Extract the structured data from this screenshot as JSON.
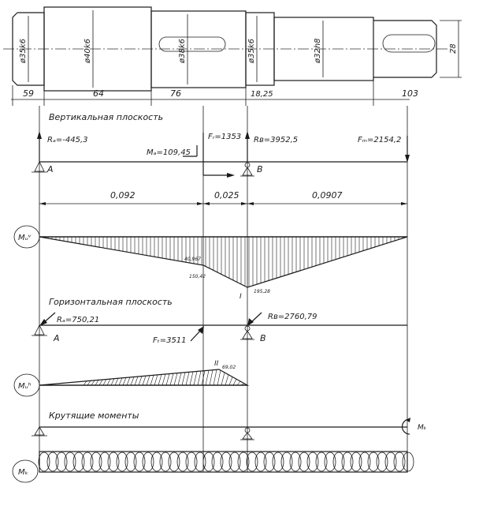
{
  "shaft": {
    "diameters": [
      "ø35k6",
      "ø40k6",
      "ø38k6",
      "ø35k6",
      "ø32h8",
      "28"
    ],
    "lengths": [
      "59",
      "64",
      "76",
      "18,25",
      "103"
    ]
  },
  "vertical": {
    "title": "Вертикальная плоскость",
    "ra": "Rₐ=-445,3",
    "ma": "Mₐ=109,45",
    "fr": "Fᵣ=1353",
    "rb": "Rʙ=3952,5",
    "fm": "Fₘ=2154,2",
    "support_a": "A",
    "support_b": "B",
    "dims": [
      "0,092",
      "0,025",
      "0,0907"
    ]
  },
  "moment_v": {
    "label": "Mᵤᵛ",
    "values": [
      "40,967",
      "150,42",
      "195,28"
    ],
    "marker": "I"
  },
  "horizontal": {
    "title": "Горизонтальная плоскость",
    "ra": "Rₐ=750,21",
    "ft": "Fₜ=3511",
    "rb": "Rʙ=2760,79",
    "support_a": "A",
    "support_b": "B"
  },
  "moment_h": {
    "label": "Mᵤʰ",
    "value": "69,02",
    "marker": "II"
  },
  "torque": {
    "title": "Крутящие моменты",
    "mk": "Mₖ"
  },
  "torque_diagram": {
    "label": "Mₖ"
  }
}
